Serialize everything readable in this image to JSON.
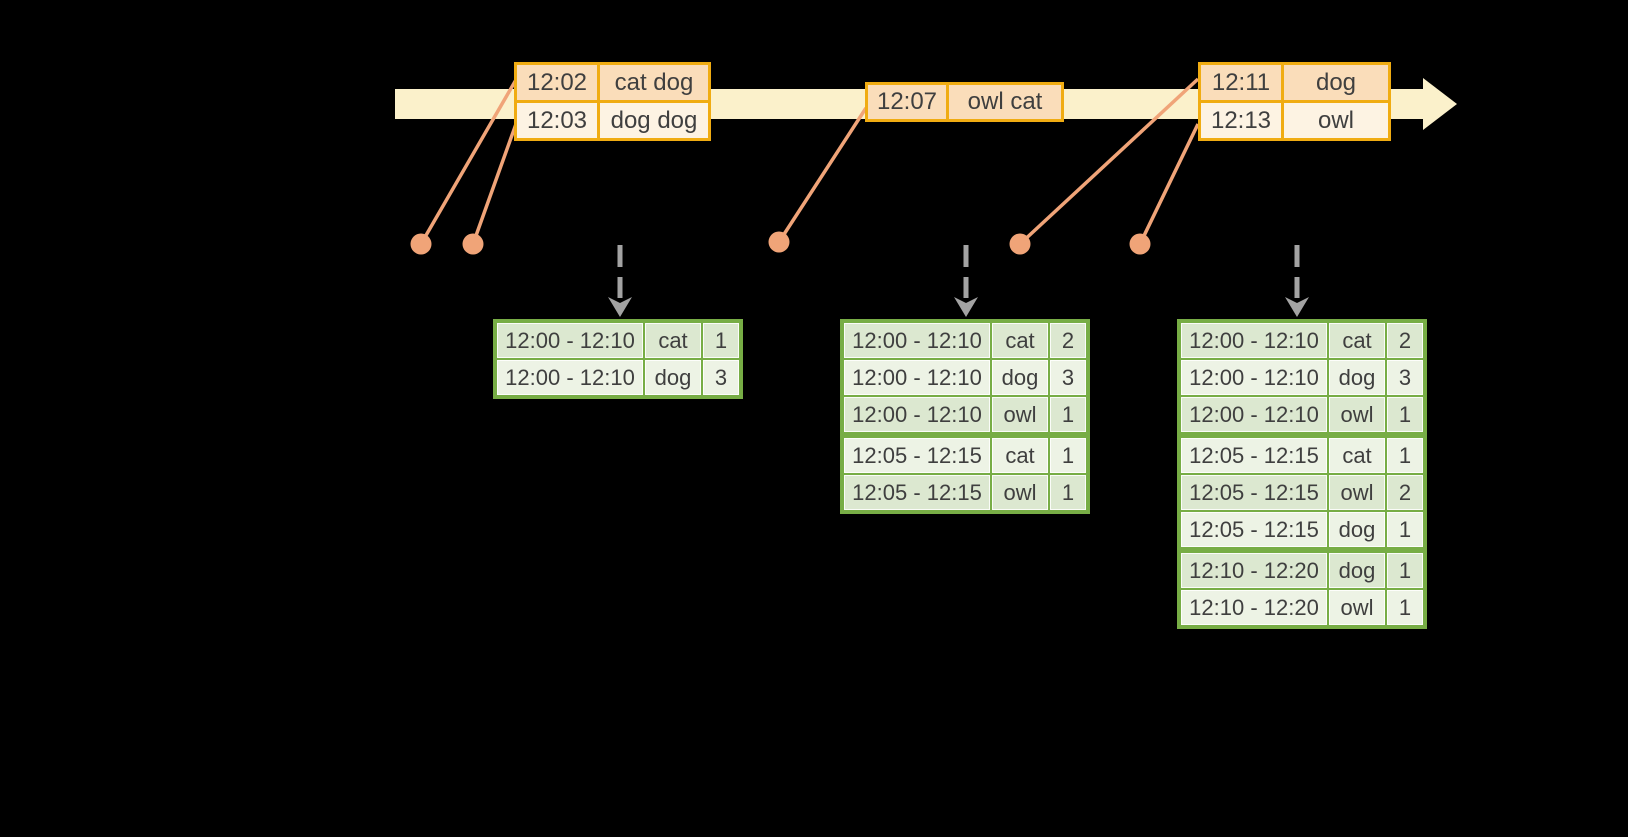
{
  "colors": {
    "background": "#000000",
    "timeline_fill": "#FBF1CB",
    "event_table_border": "#F0AC12",
    "event_row_dark": "#FADDBA",
    "event_row_light": "#FDF3E3",
    "connector_salmon": "#F0A478",
    "trigger_arrow_gray": "#A3A3A3",
    "result_table_border": "#77AD45",
    "result_row_dark": "#DCE8D0",
    "result_row_light": "#EDF3E5",
    "text": "#3F3F3F"
  },
  "input_batches": [
    {
      "rows": [
        {
          "time": "12:02",
          "words": "cat dog"
        },
        {
          "time": "12:03",
          "words": "dog dog"
        }
      ]
    },
    {
      "rows": [
        {
          "time": "12:07",
          "words": "owl cat"
        }
      ]
    },
    {
      "rows": [
        {
          "time": "12:11",
          "words": "dog"
        },
        {
          "time": "12:13",
          "words": "owl"
        }
      ]
    }
  ],
  "result_tables": [
    {
      "groups": [
        {
          "rows": [
            {
              "window": "12:00 - 12:10",
              "word": "cat",
              "count": "1"
            },
            {
              "window": "12:00 - 12:10",
              "word": "dog",
              "count": "3"
            }
          ]
        }
      ]
    },
    {
      "groups": [
        {
          "rows": [
            {
              "window": "12:00 - 12:10",
              "word": "cat",
              "count": "2"
            },
            {
              "window": "12:00 - 12:10",
              "word": "dog",
              "count": "3"
            },
            {
              "window": "12:00 - 12:10",
              "word": "owl",
              "count": "1"
            }
          ]
        },
        {
          "rows": [
            {
              "window": "12:05 - 12:15",
              "word": "cat",
              "count": "1"
            },
            {
              "window": "12:05 - 12:15",
              "word": "owl",
              "count": "1"
            }
          ]
        }
      ]
    },
    {
      "groups": [
        {
          "rows": [
            {
              "window": "12:00 - 12:10",
              "word": "cat",
              "count": "2"
            },
            {
              "window": "12:00 - 12:10",
              "word": "dog",
              "count": "3"
            },
            {
              "window": "12:00 - 12:10",
              "word": "owl",
              "count": "1"
            }
          ]
        },
        {
          "rows": [
            {
              "window": "12:05 - 12:15",
              "word": "cat",
              "count": "1"
            },
            {
              "window": "12:05 - 12:15",
              "word": "owl",
              "count": "2"
            },
            {
              "window": "12:05 - 12:15",
              "word": "dog",
              "count": "1"
            }
          ]
        },
        {
          "rows": [
            {
              "window": "12:10 - 12:20",
              "word": "dog",
              "count": "1"
            },
            {
              "window": "12:10 - 12:20",
              "word": "owl",
              "count": "1"
            }
          ]
        }
      ]
    }
  ]
}
